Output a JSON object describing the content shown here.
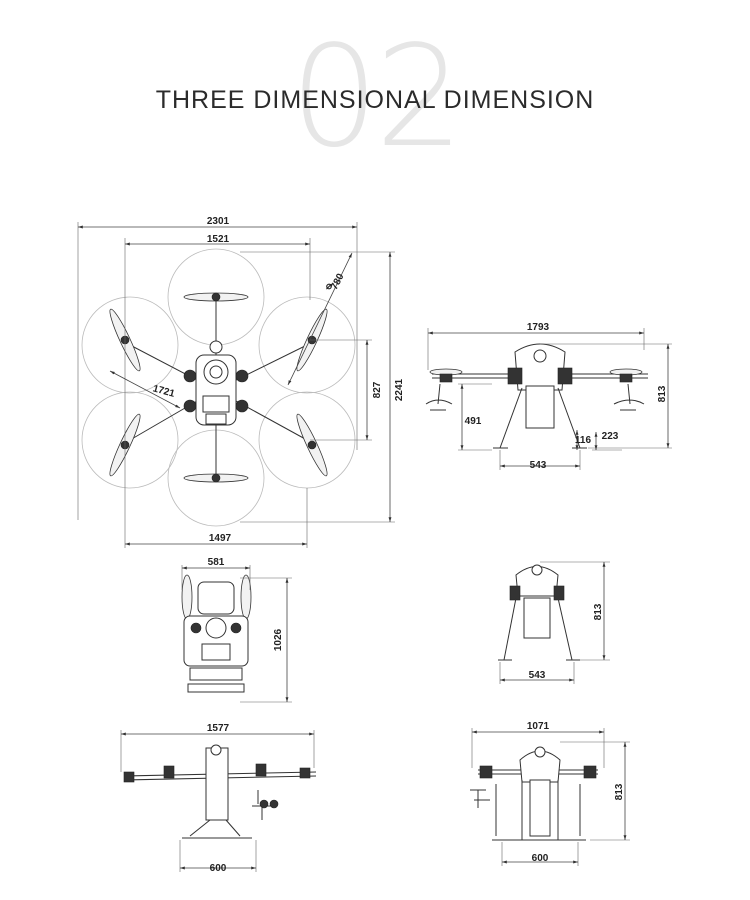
{
  "header": {
    "section_number": "02",
    "title": "THREE DIMENSIONAL DIMENSION"
  },
  "top_view": {
    "overall_width": "2301",
    "arm_span": "1521",
    "prop_diameter": "780",
    "diagonal": "1721",
    "half_height": "827",
    "overall_height": "2241",
    "bottom_width": "1497"
  },
  "front_view": {
    "width": "1793",
    "leg_height": "491",
    "gear_height": "116",
    "gear_offset": "223",
    "base_width": "543",
    "height": "813"
  },
  "folded_top_view": {
    "width": "581",
    "length": "1026"
  },
  "folded_side_view": {
    "height": "813",
    "base_width": "543"
  },
  "side_view_left": {
    "width": "1577",
    "base_width": "600"
  },
  "side_view_right": {
    "width": "1071",
    "height": "813",
    "base_width": "600"
  },
  "colors": {
    "line": "#333333",
    "watermark": "#e6e6e6"
  }
}
